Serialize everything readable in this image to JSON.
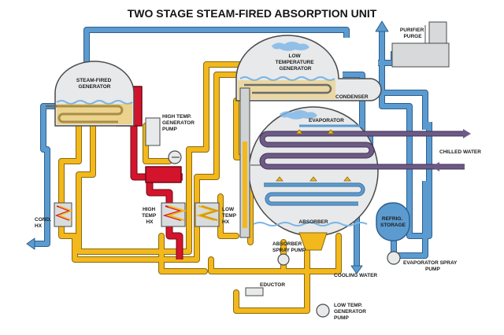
{
  "title": "TWO STAGE STEAM-FIRED ABSORPTION UNIT",
  "labels": {
    "steam_fired_generator": [
      "STEAM-FIRED",
      "GENERATOR"
    ],
    "low_temperature_generator": [
      "LOW",
      "TEMPERATURE",
      "GENERATOR"
    ],
    "purifier_purge": [
      "PURIFIER",
      "PURGE"
    ],
    "condenser": "CONDENSER",
    "evaporator": "EVAPORATOR",
    "chilled_water": "CHILLED WATER",
    "high_temp_generator_pump": [
      "HIGH TEMP.",
      "GENERATOR",
      "PUMP"
    ],
    "cond_hx": [
      "COND.",
      "HX"
    ],
    "high_temp_hx": [
      "HIGH",
      "TEMP",
      "HX"
    ],
    "low_temp_hx": [
      "LOW",
      "TEMP",
      "HX"
    ],
    "absorber": "ABSORBER",
    "refrig_storage": [
      "REFRIG.",
      "STORAGE"
    ],
    "absorber_spray_pump": [
      "ABSORBER",
      "SPRAY PUMP"
    ],
    "evaporator_spray_pump": [
      "EVAPORATOR SPRAY",
      "PUMP"
    ],
    "cooling_water": "COOLING WATER",
    "eductor": "EDUCTOR",
    "low_temp_generator_pump": [
      "LOW TEMP.",
      "GENERATOR",
      "PUMP"
    ]
  },
  "colors": {
    "vessel_fill": "#e7e9ea",
    "vessel_stroke": "#4a4a4a",
    "strong_solution": "#f2b81c",
    "hot_solution": "#d4142c",
    "cooling_water": "#5b9bd0",
    "chilled_water": "#6e5a86",
    "liquid": "#7cb4e6"
  }
}
